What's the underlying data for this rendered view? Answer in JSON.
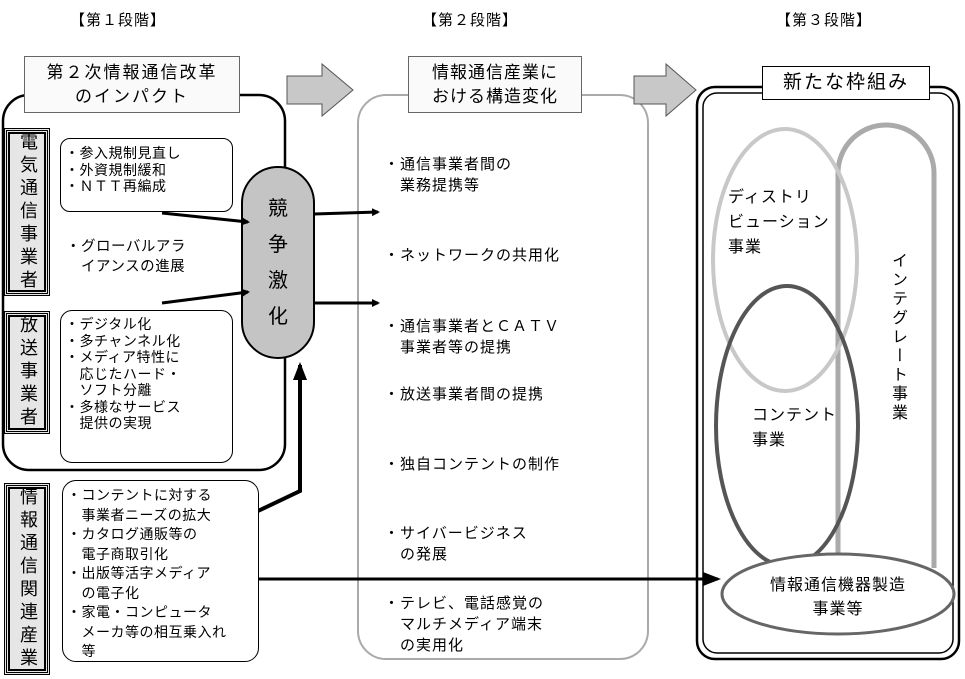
{
  "stages": {
    "stage1": "【第１段階】",
    "stage2": "【第２段階】",
    "stage3": "【第３段階】"
  },
  "stage1": {
    "title_line1": "第２次情報通信改革",
    "title_line2": "のインパクト",
    "actors": {
      "telecom": "電気通信事業者",
      "broadcast": "放送事業者",
      "related": "情報通信関連産業"
    },
    "telecom_items": "・参入規制見直し\n・外資規制緩和\n・ＮＴＴ再編成",
    "global_alliance": "・グローバルアラ\n　イアンスの進展",
    "broadcast_items": "・デジタル化\n・多チャンネル化\n・メディア特性に\n　応じたハード・\n　ソフト分離\n・多様なサービス\n　提供の実現",
    "related_items": "・コンテントに対する\n　事業者ニーズの拡大\n・カタログ通販等の\n　電子商取引化\n・出版等活字メディア\n　の電子化\n・家電・コンピュータ\n　メーカ等の相互乗入れ\n　等",
    "competition": "競\n争\n激\n化"
  },
  "stage2": {
    "title_line1": "情報通信産業に",
    "title_line2": "おける構造変化",
    "items": [
      "・通信事業者間の\n　業務提携等",
      "・ネットワークの共用化",
      "・通信事業者とＣＡＴＶ\n　事業者等の提携",
      "・放送事業者間の提携",
      "・独自コンテントの制作",
      "・サイバービジネス\n　の発展",
      "・テレビ、電話感覚の\n　マルチメディア端末\n　の実用化"
    ]
  },
  "stage3": {
    "title": "新たな枠組み",
    "distribution": "ディストリ\nビューション\n事業",
    "content": "コンテント\n事業",
    "integrate": "インテグレート事業",
    "manufacturing": "情報通信機器製造\n事業等"
  },
  "colors": {
    "arrow_fill": "#c8c8c8",
    "oval_fill": "#c4c4c4",
    "distribution_line": "#c8c8c8",
    "content_line": "#555555",
    "integrate_line": "#aaaaaa",
    "manufacturing_line": "#666666",
    "label_bg": "#e6e6e6"
  }
}
